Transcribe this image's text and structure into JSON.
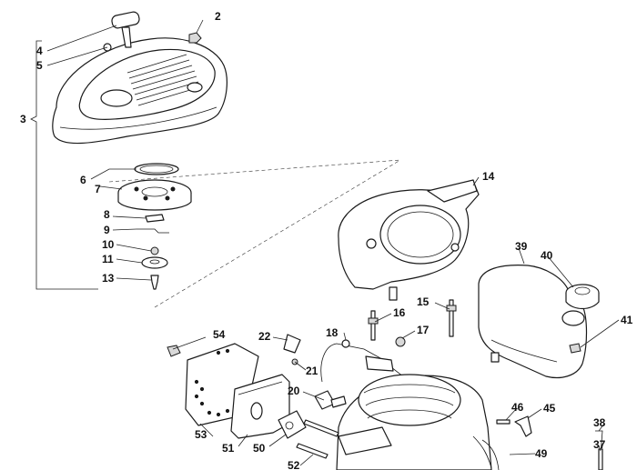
{
  "diagram": {
    "callouts": [
      "2",
      "3",
      "4",
      "5",
      "6",
      "7",
      "8",
      "9",
      "10",
      "11",
      "13",
      "14",
      "15",
      "16",
      "17",
      "18",
      "20",
      "21",
      "22",
      "37",
      "38",
      "39",
      "40",
      "41",
      "45",
      "46",
      "49",
      "50",
      "51",
      "52",
      "53",
      "54"
    ]
  }
}
